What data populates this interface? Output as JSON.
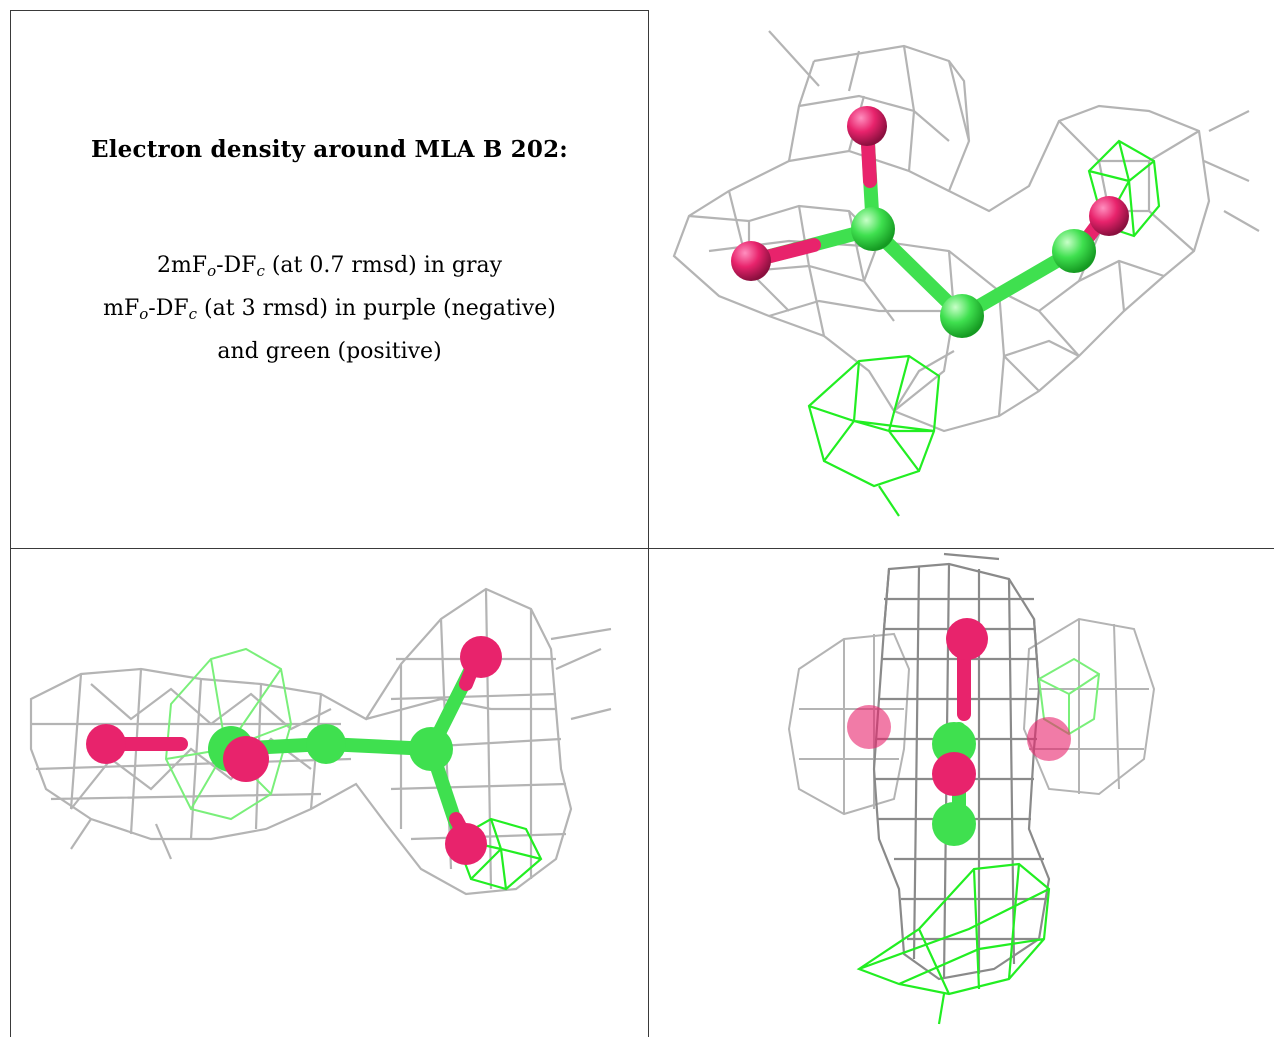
{
  "caption": {
    "title": "Electron density around MLA B 202:",
    "line1": {
      "pre": "2mF",
      "sub1": "o",
      "mid": "-DF",
      "sub2": "c",
      "post": " (at 0.7 rmsd) in gray"
    },
    "line2": {
      "pre": "mF",
      "sub1": "o",
      "mid": "-DF",
      "sub2": "c",
      "post": " (at 3 rmsd) in purple (negative)"
    },
    "line3": "and green (positive)"
  },
  "colors": {
    "mesh_2fofc": "#b4b4b4",
    "mesh_positive": "#22ee22",
    "carbon_atom": "#3fe04f",
    "oxygen_atom": "#e8236c",
    "grid_line": "#3a3a3a"
  },
  "panels": [
    {
      "view": "view-1",
      "atoms": [
        "O",
        "C",
        "O",
        "C",
        "C",
        "O"
      ]
    },
    {
      "view": "view-2",
      "atoms": [
        "O",
        "C",
        "C",
        "C",
        "O",
        "O"
      ]
    },
    {
      "view": "view-3",
      "atoms": [
        "O",
        "O",
        "C",
        "C",
        "O",
        "O"
      ]
    }
  ]
}
